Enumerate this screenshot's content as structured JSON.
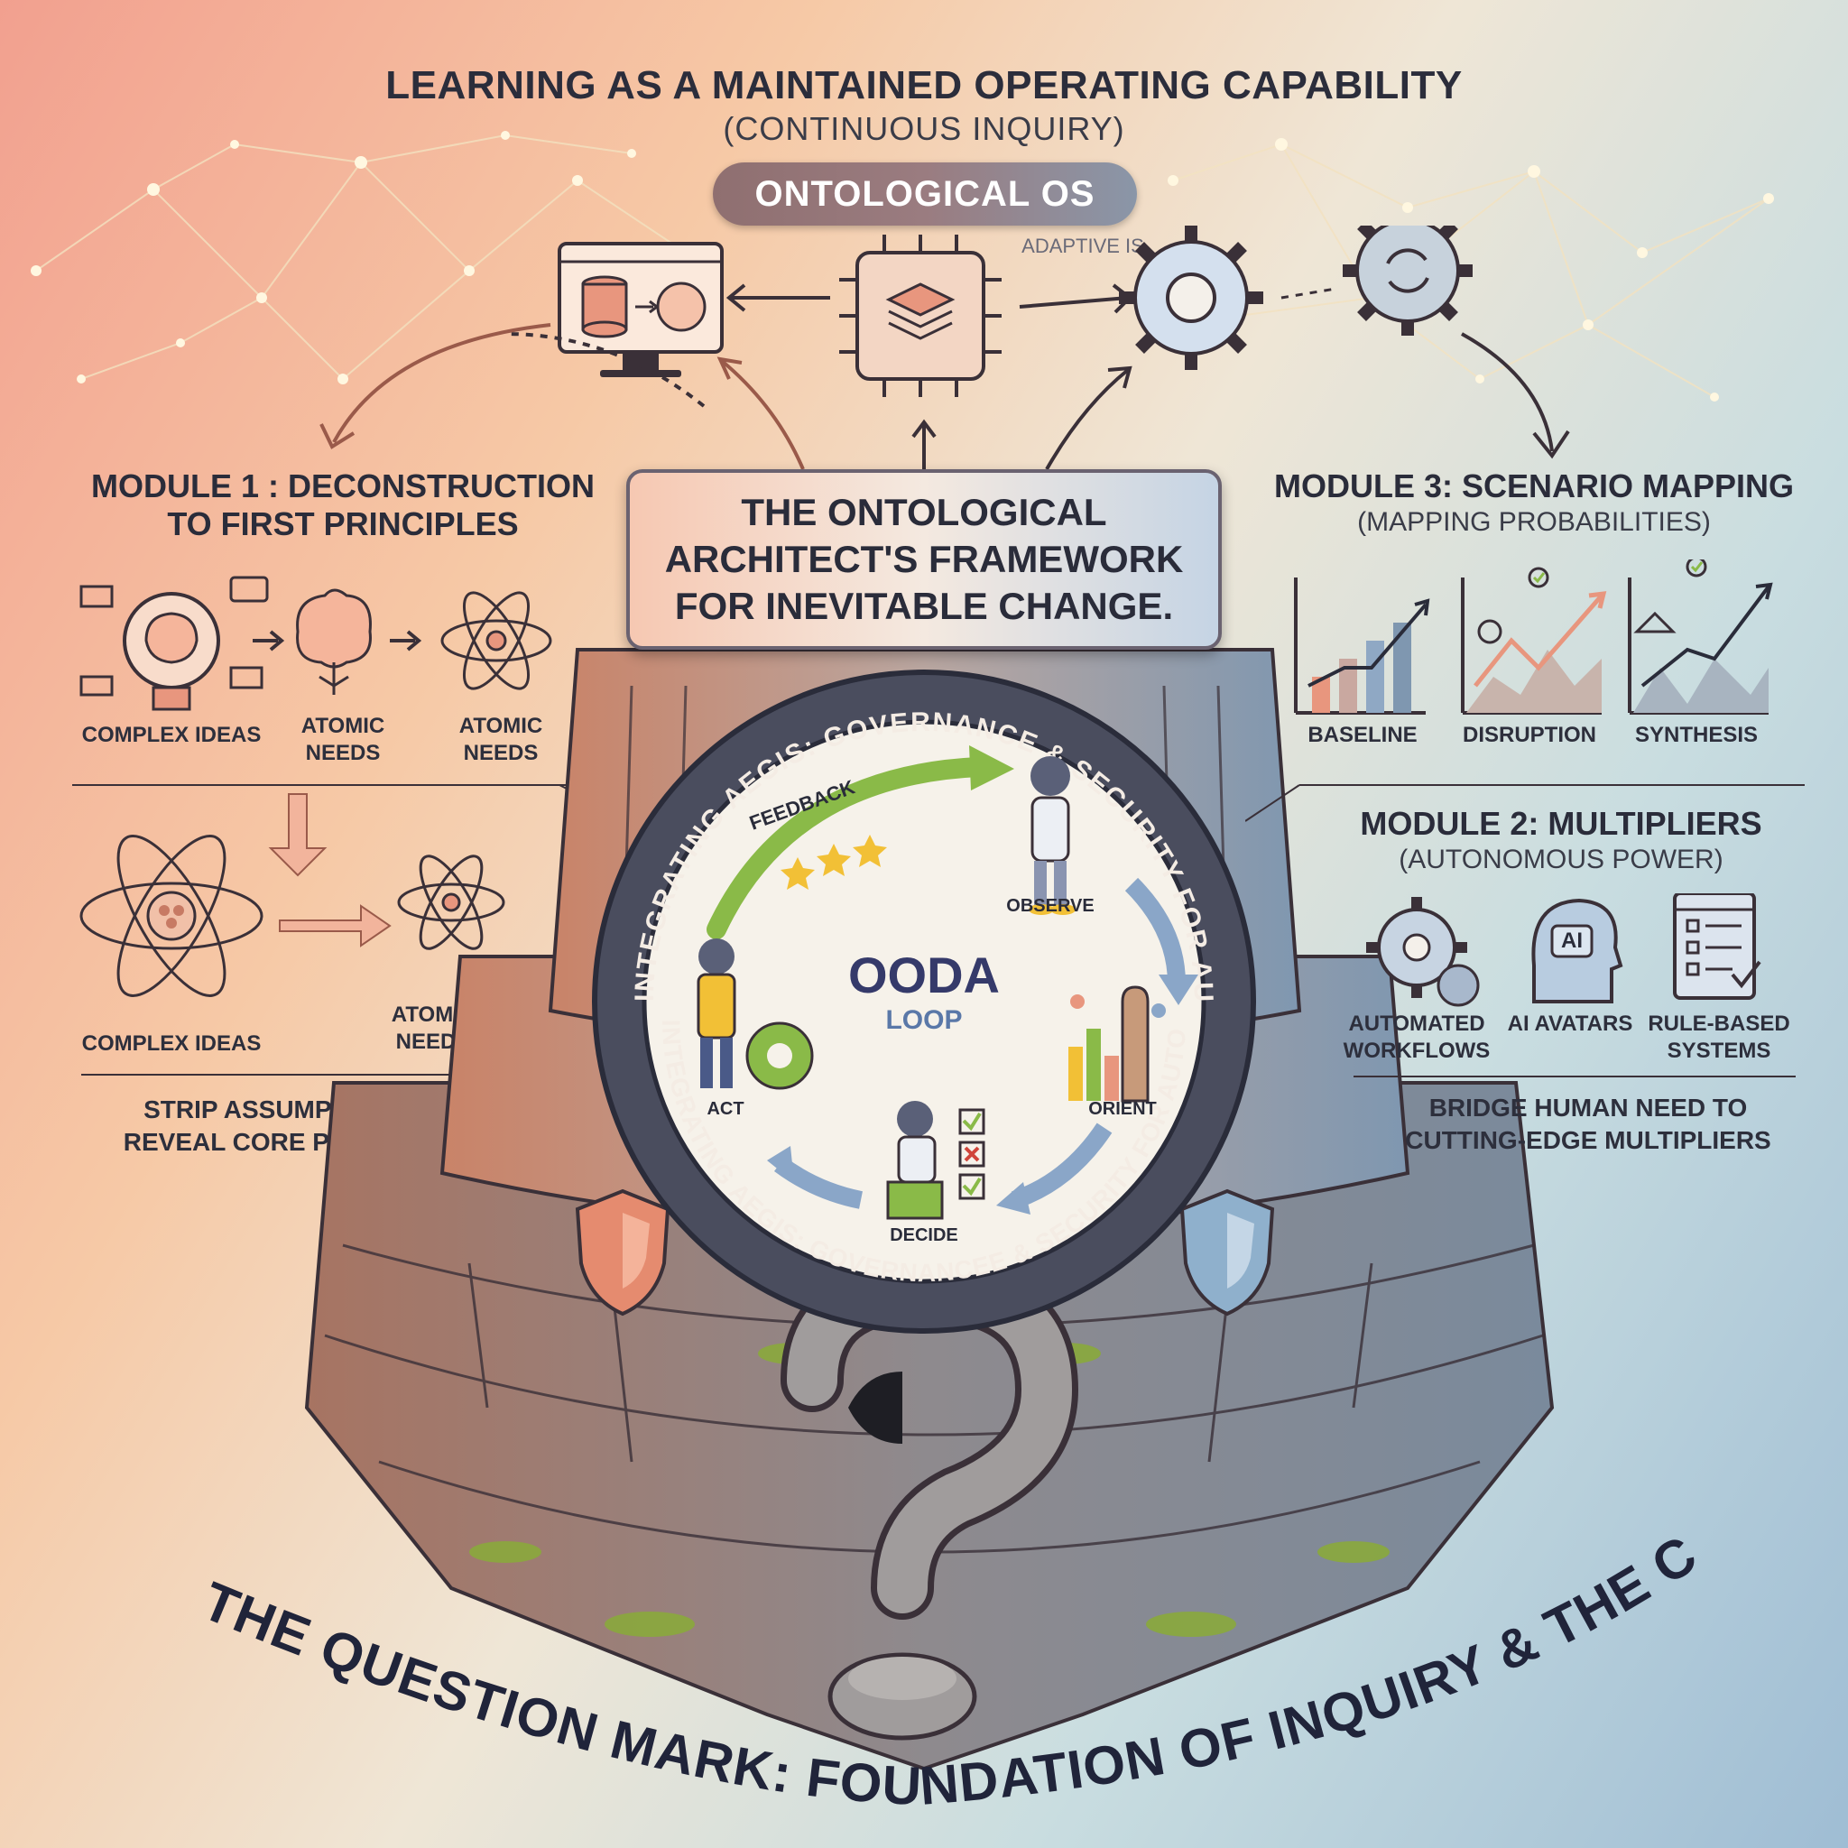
{
  "header": {
    "title": "LEARNING AS A MAINTAINED OPERATING CAPABILITY",
    "subtitle": "(CONTINUOUS INQUIRY)",
    "os_label": "ONTOLOGICAL OS",
    "adaptive_label": "ADAPTIVE IS"
  },
  "module1": {
    "title_line1": "MODULE 1 : DECONSTRUCTION",
    "title_line2": "TO FIRST PRINCIPLES",
    "row1": [
      "COMPLEX IDEAS",
      "ATOMIC NEEDS",
      "ATOMIC NEEDS"
    ],
    "row2": [
      "COMPLEX IDEAS",
      "ATOMIC NEEDS"
    ],
    "note_line1": "STRIP ASSUMPTIONS,",
    "note_line2": "REVEAL CORE PURPOSE"
  },
  "framework": {
    "line1": "THE ONTOLOGICAL",
    "line2": "ARCHITECT'S FRAMEWORK",
    "line3": "FOR INEVITABLE CHANGE."
  },
  "ooda": {
    "title": "OODA",
    "subtitle": "LOOP",
    "ring_text": "INTEGRATING AEGIS: GOVERNANCE & SECURITY FOR AUTONOMOUS SYSTEMS",
    "ring_text_bottom": "INTEGRATING AEGIS: GOVERNANCEE & SECURITY FOR AUTONOMOUS SYSTEMS",
    "stages": {
      "feedback": "FEEDBACK",
      "observe": "OBSERVE",
      "orient": "ORIENT",
      "decide": "DECIDE",
      "act": "ACT"
    }
  },
  "module3": {
    "title": "MODULE 3: SCENARIO MAPPING",
    "subtitle": "(MAPPING PROBABILITIES)",
    "charts": [
      "BASELINE",
      "DISRUPTION",
      "SYNTHESIS"
    ]
  },
  "module2": {
    "title": "MODULE 2: MULTIPLIERS",
    "subtitle": "(AUTONOMOUS POWER)",
    "items": [
      {
        "line1": "AUTOMATED",
        "line2": "WORKFLOWS"
      },
      {
        "line1": "AI AVATARS",
        "line2": ""
      },
      {
        "line1": "RULE-BASED",
        "line2": "SYSTEMS"
      }
    ],
    "ai_badge": "AI",
    "note_line1": "BRIDGE HUMAN NEED TO",
    "note_line2": "CUTTING-EDGE MULTIPLIERS"
  },
  "footer": {
    "title": "THE QUESTION MARK: FOUNDATION OF INQUIRY & THE CHILD'S MIND"
  },
  "colors": {
    "warm": "#e8967e",
    "cool": "#8fb0cc",
    "stone": "#8a8a8e",
    "moss": "#8aa83c",
    "ink": "#2a2c3a"
  }
}
